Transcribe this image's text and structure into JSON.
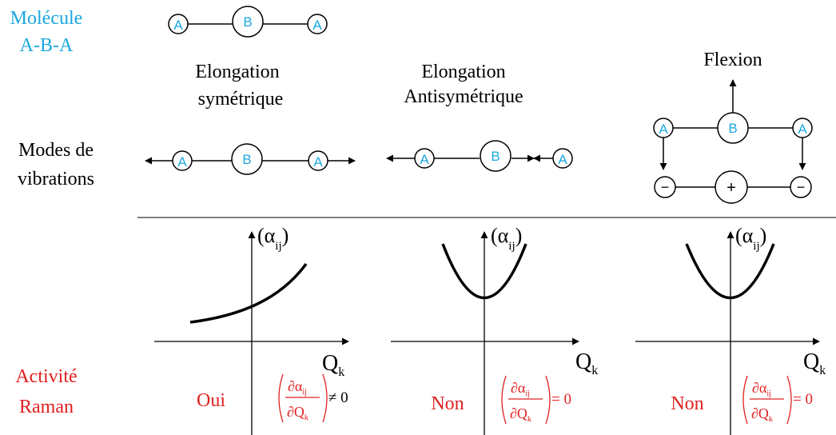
{
  "header": {
    "molecule_line1": "Molécule",
    "molecule_line2": "A-B-A"
  },
  "atoms": {
    "a": "A",
    "b": "B",
    "minus": "−",
    "plus": "+"
  },
  "modes": {
    "row_label_line1": "Modes de",
    "row_label_line2": "vibrations",
    "symmetric_line1": "Elongation",
    "symmetric_line2": "symétrique",
    "antisymmetric_line1": "Elongation",
    "antisymmetric_line2": "Antisymétrique",
    "bending": "Flexion"
  },
  "graphs": {
    "y_label": "(α",
    "y_sub": "ij",
    "y_close": ")",
    "x_label": "Q",
    "x_sub": "k"
  },
  "raman": {
    "label_line1": "Activité",
    "label_line2": "Raman",
    "answers": [
      "Oui",
      "Non",
      "Non"
    ],
    "numerator": "∂α",
    "numerator_sub": "ij",
    "denominator": "∂Q",
    "denominator_sub": "k",
    "relations": [
      "≠ 0",
      "= 0",
      "= 0"
    ]
  },
  "colors": {
    "atom_label": "#1ca8e0",
    "molecule_title": "#1ca8e0",
    "raman": "#e02020",
    "line": "#000000"
  }
}
